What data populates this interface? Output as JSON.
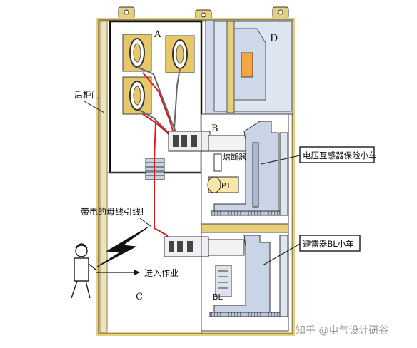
{
  "diagram": {
    "compartments": {
      "a": "A",
      "b": "B",
      "c": "C",
      "d": "D"
    },
    "labels": {
      "rear_door": "后柜门",
      "fuse": "熔断器",
      "pt": "PT",
      "bl": "BL",
      "live_busbar_lead": "带电的母线引线!",
      "enter_work": "进入作业",
      "vt_fuse_truck": "电压互感器保险小车",
      "arrester_truck": "避雷器BL小车"
    },
    "watermark": "知乎 @电气设计研谷",
    "colors": {
      "cabinet_frame": "#e8cf7a",
      "panel_fill": "#cfd9ea",
      "live_lead": "#e0191b",
      "ink": "#1a1a1a"
    }
  }
}
